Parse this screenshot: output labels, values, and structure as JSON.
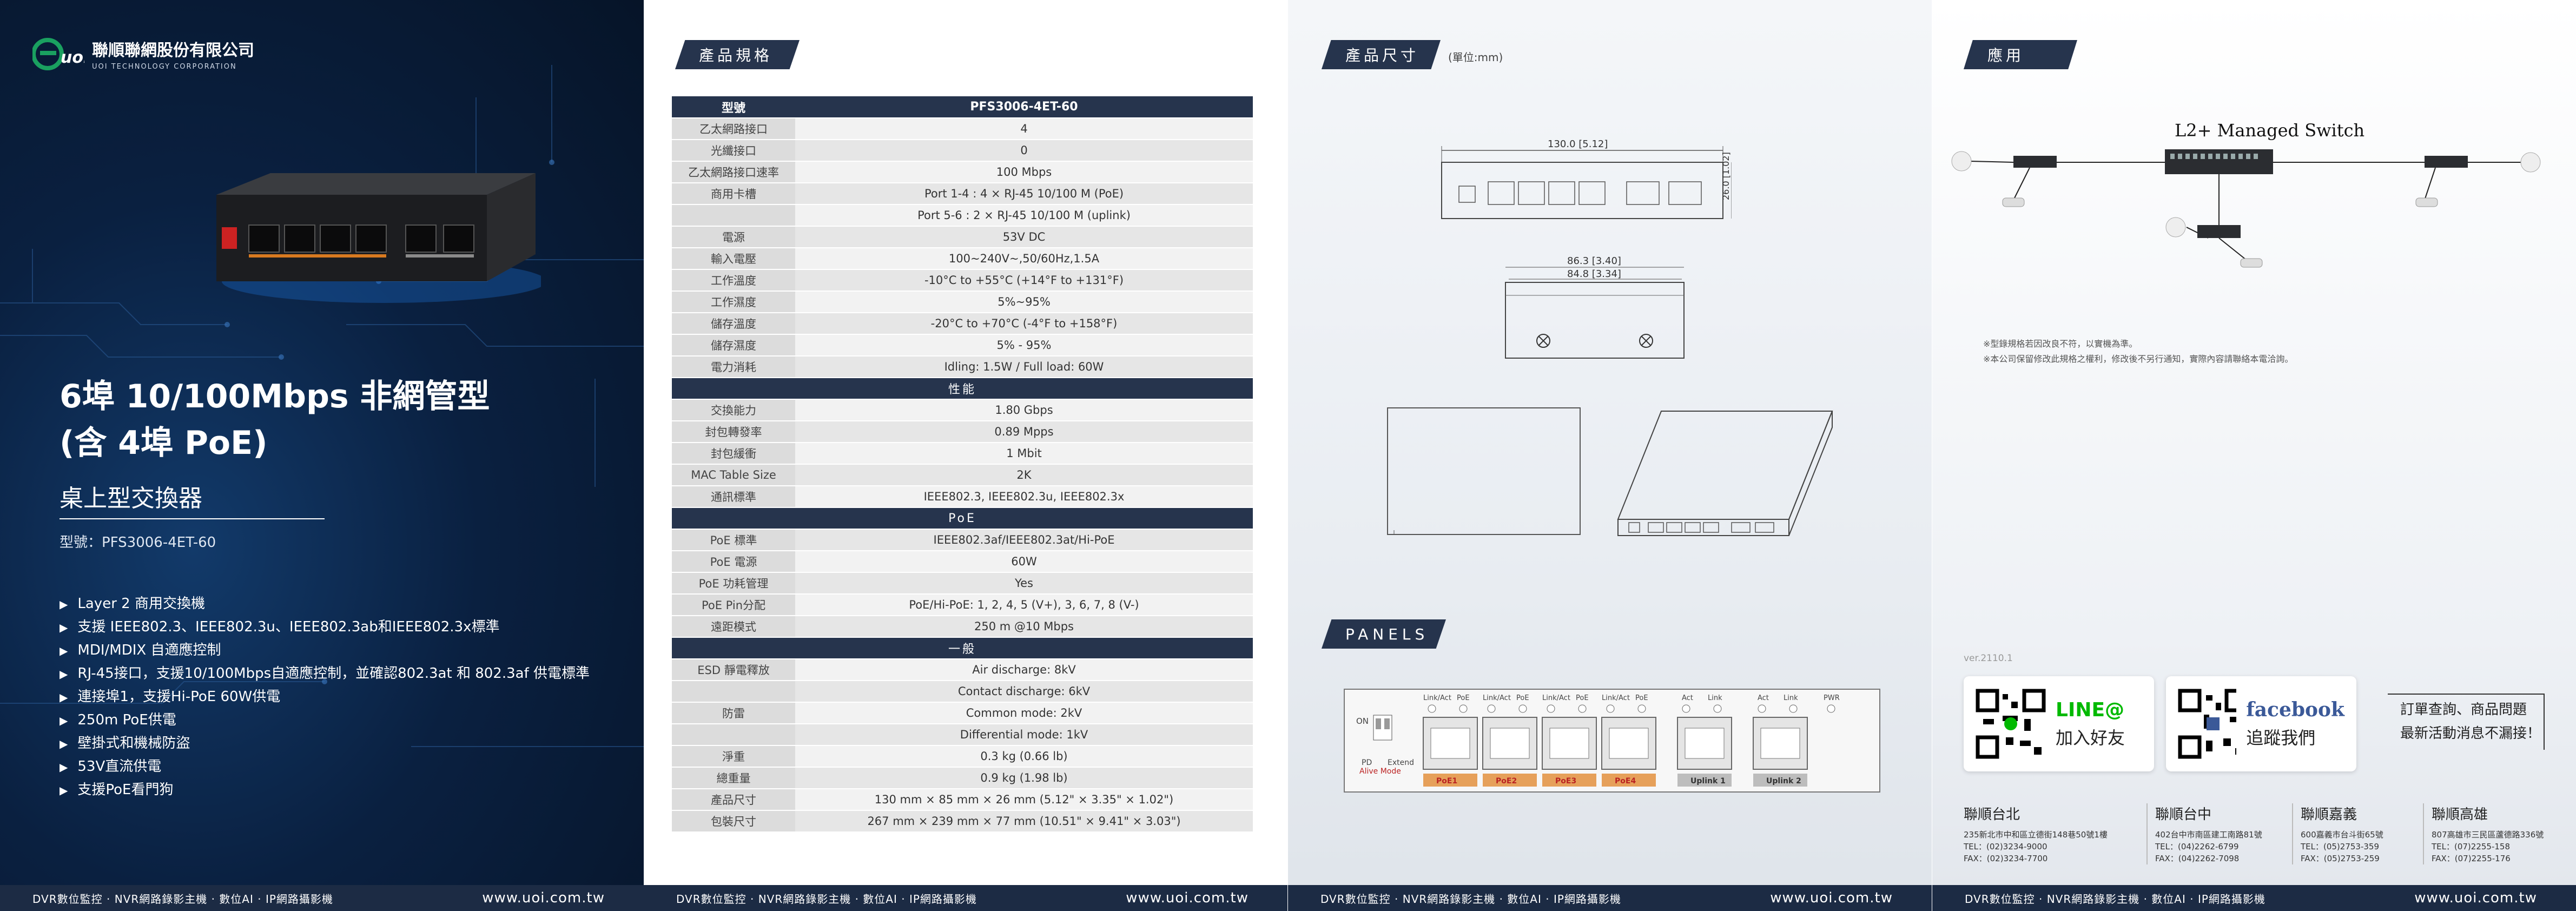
{
  "brand": {
    "company_cn": "聯順聯網股份有限公司",
    "company_en": "UOI TECHNOLOGY CORPORATION",
    "logo_text": "uoi"
  },
  "footer": {
    "left": "DVR數位監控 · NVR網路錄影主機 · 數位AI · IP網路攝影機",
    "right": "www.uoi.com.tw"
  },
  "cover": {
    "title_line1": "6埠 10/100Mbps 非網管型",
    "title_line2": "(含 4埠 PoE)",
    "subtitle": "桌上型交換器",
    "model": "型號：PFS3006-4ET-60",
    "features": [
      "Layer 2 商用交換機",
      "支援 IEEE802.3、IEEE802.3u、IEEE802.3ab和IEEE802.3x標準",
      "MDI/MDIX 自適應控制",
      "RJ-45接口，支援10/100Mbps自適應控制，並確認802.3at 和 802.3af 供電標準",
      "連接埠1，支援Hi-PoE 60W供電",
      "250m PoE供電",
      "壁掛式和機械防盜",
      "53V直流供電",
      "支援PoE看門狗"
    ]
  },
  "spec": {
    "tag": "產品規格",
    "header": {
      "k": "型號",
      "v": "PFS3006-4ET-60"
    },
    "rows1": [
      {
        "k": "乙太網路接口",
        "v": "4"
      },
      {
        "k": "光纖接口",
        "v": "0"
      },
      {
        "k": "乙太網路接口速率",
        "v": "100 Mbps"
      },
      {
        "k": "商用卡槽",
        "v": "Port 1-4 : 4 × RJ-45 10/100 M (PoE)"
      },
      {
        "k": "",
        "v": "Port 5-6 : 2 × RJ-45 10/100 M (uplink)"
      },
      {
        "k": "電源",
        "v": "53V DC"
      },
      {
        "k": "輸入電壓",
        "v": "100~240V~,50/60Hz,1.5A"
      },
      {
        "k": "工作溫度",
        "v": "-10°C to +55°C (+14°F to +131°F)"
      },
      {
        "k": "工作濕度",
        "v": "5%~95%"
      },
      {
        "k": "儲存溫度",
        "v": "-20°C to +70°C (-4°F to +158°F)"
      },
      {
        "k": "儲存濕度",
        "v": "5% - 95%"
      },
      {
        "k": "電力消耗",
        "v": "Idling: 1.5W / Full load: 60W"
      }
    ],
    "sec_perf": "性能",
    "rows2": [
      {
        "k": "交換能力",
        "v": "1.80 Gbps"
      },
      {
        "k": "封包轉發率",
        "v": "0.89 Mpps"
      },
      {
        "k": "封包緩衝",
        "v": "1 Mbit"
      },
      {
        "k": "MAC Table Size",
        "v": "2K"
      },
      {
        "k": "通訊標準",
        "v": "IEEE802.3, IEEE802.3u, IEEE802.3x"
      }
    ],
    "sec_poe": "PoE",
    "rows3": [
      {
        "k": "PoE 標準",
        "v": "IEEE802.3af/IEEE802.3at/Hi-PoE"
      },
      {
        "k": "PoE 電源",
        "v": "60W"
      },
      {
        "k": "PoE 功耗管理",
        "v": "Yes"
      },
      {
        "k": "PoE Pin分配",
        "v": "PoE/Hi-PoE: 1, 2, 4, 5 (V+), 3, 6, 7, 8 (V-)"
      },
      {
        "k": "遠距模式",
        "v": "250 m @10 Mbps"
      }
    ],
    "sec_gen": "一般",
    "rows4": [
      {
        "k": "ESD 靜電釋放",
        "v": "Air discharge: 8kV"
      },
      {
        "k": "",
        "v": "Contact discharge: 6kV"
      },
      {
        "k": "防雷",
        "v": "Common mode: 2kV"
      },
      {
        "k": "",
        "v": "Differential mode: 1kV"
      },
      {
        "k": "淨重",
        "v": "0.3 kg (0.66 lb)"
      },
      {
        "k": "總重量",
        "v": "0.9 kg (1.98 lb)"
      },
      {
        "k": "產品尺寸",
        "v": "130 mm × 85 mm × 26 mm (5.12\" × 3.35\" × 1.02\")"
      },
      {
        "k": "包裝尺寸",
        "v": "267 mm × 239 mm × 77 mm (10.51\" × 9.41\" × 3.03\")"
      }
    ]
  },
  "dims": {
    "tag": "產品尺寸",
    "unit": "(單位:mm)",
    "w": "130.0 [5.12]",
    "h": "26.0 [1.02]",
    "d1": "86.3 [3.40]",
    "d2": "84.8 [3.34]"
  },
  "panels": {
    "tag": "PANELS",
    "port_labels": [
      "PoE1",
      "PoE2",
      "PoE3",
      "PoE4",
      "Uplink 1",
      "Uplink 2"
    ],
    "led_link": "Link/Act",
    "led_poe": "PoE",
    "led_act": "Act",
    "led_lnk": "Link",
    "led_pwr": "PWR",
    "dip_on": "ON",
    "dip_labels": [
      "PD",
      "Extend"
    ],
    "dip_sub": "Alive Mode"
  },
  "app": {
    "tag": "應用",
    "title": "L2+ Managed Switch",
    "notes": [
      "※型錄規格若因改良不符，以實機為準。",
      "※本公司保留修改此規格之權利，修改後不另行通知，實際內容請聯絡本電洽詢。"
    ],
    "version": "ver.2110.1",
    "line": {
      "name": "LINE@",
      "sub": "加入好友"
    },
    "facebook": {
      "name": "facebook",
      "sub": "追蹤我們"
    },
    "slogan": [
      "訂單查詢、商品問題",
      "最新活動消息不漏接！"
    ],
    "branches": [
      {
        "name": "聯順台北",
        "addr": "235新北市中和區立德街148巷50號1樓",
        "tel": "TEL：(02)3234-9000",
        "fax": "FAX：(02)3234-7700"
      },
      {
        "name": "聯順台中",
        "addr": "402台中市南區建工南路81號",
        "tel": "TEL：(04)2262-6799",
        "fax": "FAX：(04)2262-7098"
      },
      {
        "name": "聯順嘉義",
        "addr": "600嘉義市台斗街65號",
        "tel": "TEL：(05)2753-359",
        "fax": "FAX：(05)2753-259"
      },
      {
        "name": "聯順高雄",
        "addr": "807高雄市三民區蘆德路336號",
        "tel": "TEL：(07)2255-158",
        "fax": "FAX：(07)2255-176"
      }
    ]
  }
}
